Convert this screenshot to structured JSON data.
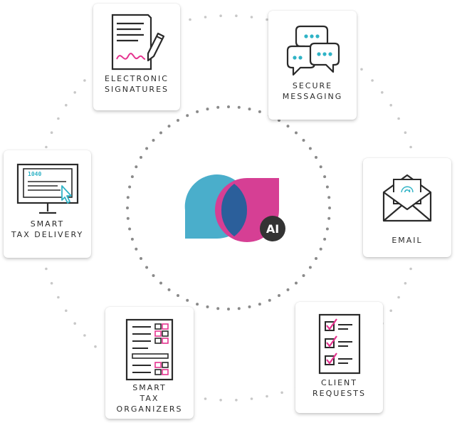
{
  "hub": {
    "badge": "AI",
    "colors": {
      "blue": "#4aaecb",
      "pink": "#d63f94",
      "overlap": "#2b5f9b",
      "badge_bg": "#333333"
    }
  },
  "cards": {
    "esign": {
      "lines": [
        "ELECTRONIC",
        "SIGNATURES"
      ],
      "icon": "signature-document-icon"
    },
    "messaging": {
      "lines": [
        "SECURE",
        "MESSAGING"
      ],
      "icon": "chat-bubbles-icon"
    },
    "tax_delivery": {
      "lines": [
        "SMART",
        "TAX DELIVERY"
      ],
      "icon": "monitor-1040-icon",
      "form_text": "1040"
    },
    "email": {
      "lines": [
        "EMAIL"
      ],
      "icon": "envelope-at-icon"
    },
    "organizers": {
      "lines": [
        "SMART",
        "TAX ORGANIZERS"
      ],
      "icon": "organizer-form-icon"
    },
    "requests": {
      "lines": [
        "CLIENT",
        "REQUESTS"
      ],
      "icon": "checklist-icon"
    }
  },
  "accent_colors": {
    "pink": "#e5338f",
    "teal": "#2fb3c6",
    "dark": "#2a2a2a"
  }
}
